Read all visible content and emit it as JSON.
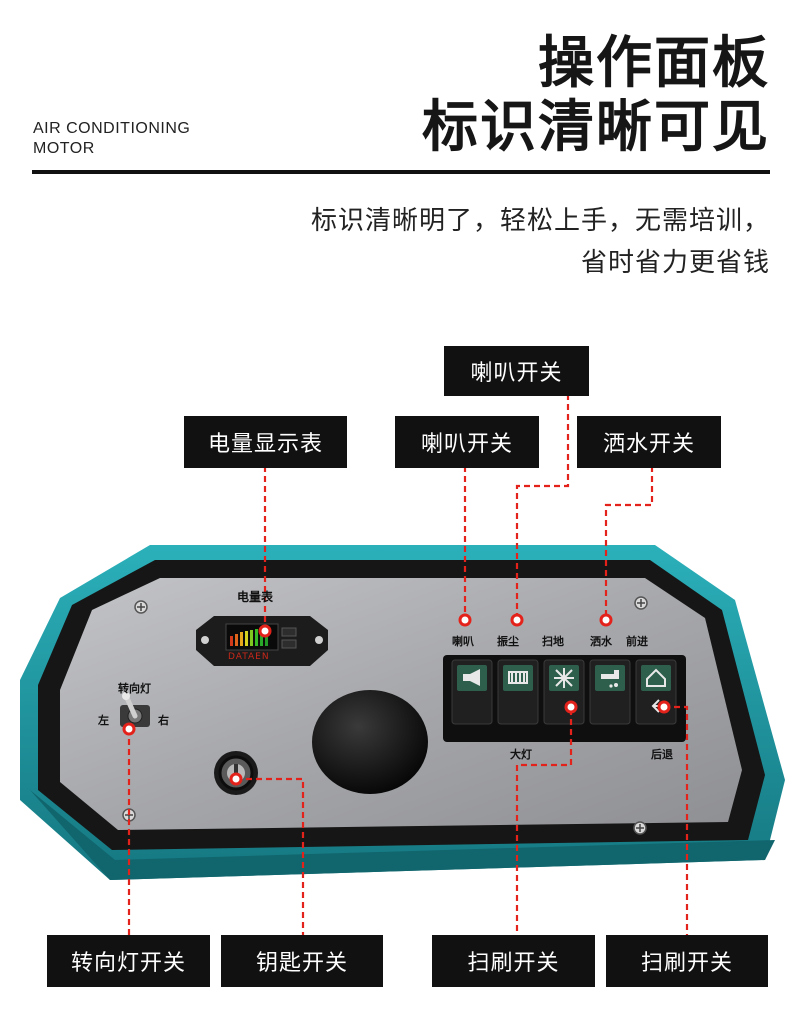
{
  "header": {
    "brand_line1": "AIR CONDITIONING",
    "brand_line2": "MOTOR",
    "title_line1": "操作面板",
    "title_line2": "标识清晰可见",
    "subtitle_line1": "标识清晰明了，轻松上手，无需培训，",
    "subtitle_line2": "省时省力更省钱"
  },
  "callouts": {
    "top_horn": "喇叭开关",
    "power_meter": "电量显示表",
    "horn": "喇叭开关",
    "sprinkler": "洒水开关",
    "turn_signal": "转向灯开关",
    "key": "钥匙开关",
    "brush_left": "扫刷开关",
    "brush_right": "扫刷开关"
  },
  "panel": {
    "meter_label": "电量表",
    "meter_brand": "DATAEN",
    "turn_signal_label": "转向灯",
    "turn_left": "左",
    "turn_right": "右",
    "switch_labels_top": [
      "喇叭",
      "振尘",
      "扫地",
      "洒水",
      "前进"
    ],
    "headlight_label": "大灯",
    "reverse_label": "后退"
  },
  "colors": {
    "rim": "#1f9aa5",
    "rim_dark": "#157780",
    "plate": "#a9aaae",
    "label_bg": "#111111",
    "dash_line": "#e3231b"
  },
  "icons": [
    "horn-icon",
    "brush-icon",
    "fan-icon",
    "water-icon",
    "home-icon",
    "arrow-left-icon",
    "screw-icon"
  ]
}
